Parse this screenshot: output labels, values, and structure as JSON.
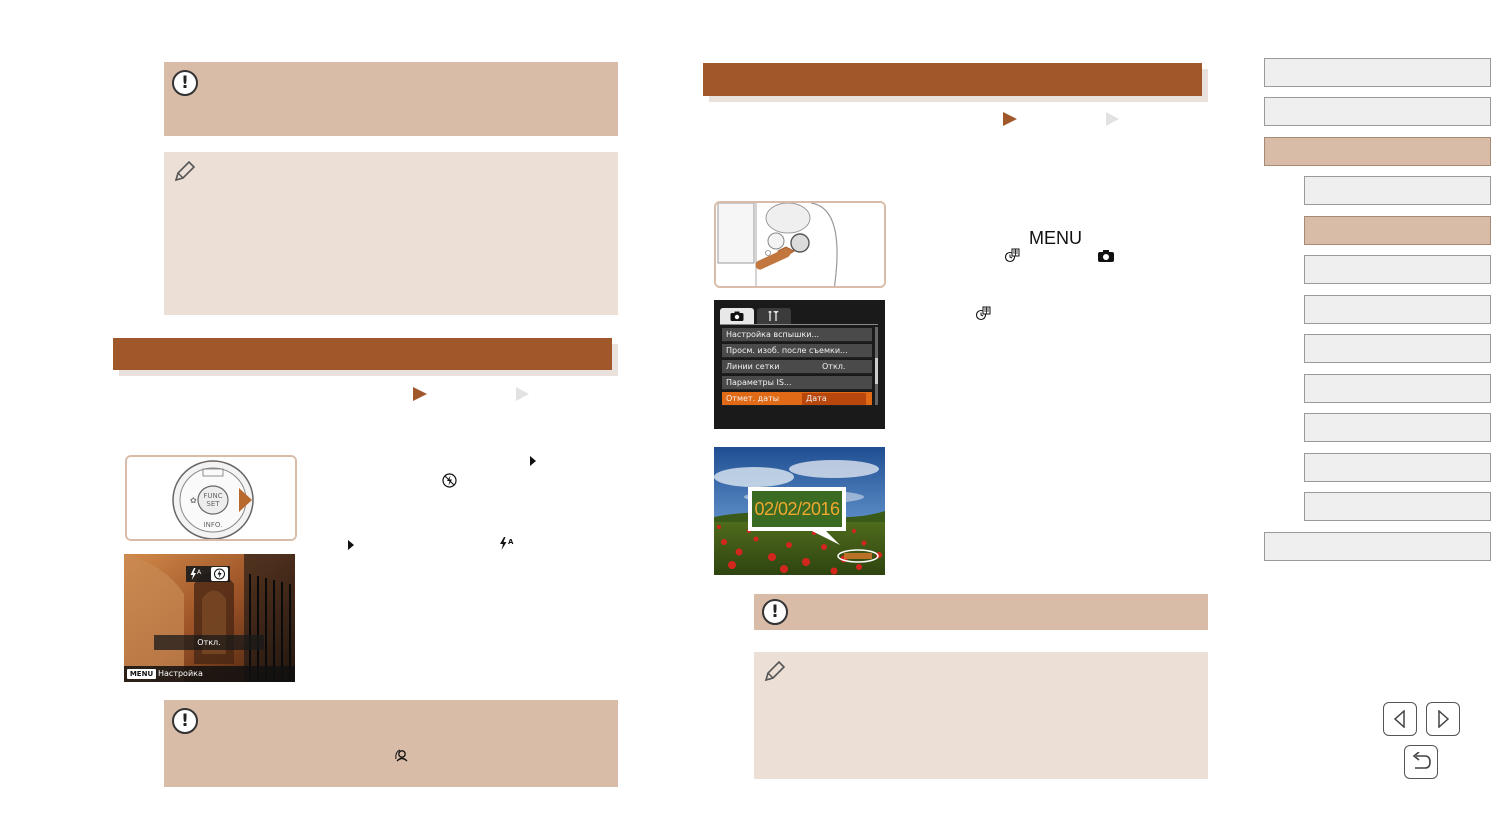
{
  "left_page": {
    "photo_caption": {
      "off_label": "Откл.",
      "menu_badge": "MENU",
      "menu_label": "Настройка"
    }
  },
  "right_page": {
    "step1": {
      "menu_word": "MENU"
    },
    "camera_menu": {
      "rows": [
        {
          "label": "Настройка вспышки...",
          "value": ""
        },
        {
          "label": "Просм. изоб. после съемки...",
          "value": ""
        },
        {
          "label": "Линии сетки",
          "value": "Откл."
        },
        {
          "label": "Параметры IS...",
          "value": ""
        },
        {
          "label": "Отмет. даты",
          "value": "Дата"
        }
      ]
    },
    "date_photo": {
      "date_stamp": "02/02/2016"
    }
  },
  "colors": {
    "accent_brown": "#a0572a",
    "caution_bg": "#d9bca7",
    "memo_bg": "#ecdfd6",
    "menu_highlight": "#e06a16"
  }
}
